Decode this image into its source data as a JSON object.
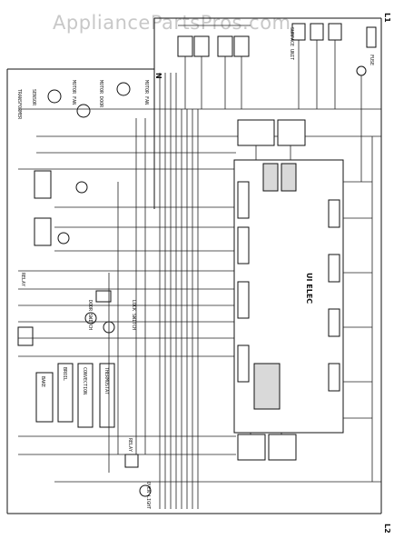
{
  "watermark": "AppliancePartsPros.com",
  "terminals": {
    "l1": "L1",
    "l2": "L2",
    "n": "N"
  },
  "main_board_label": "UI ELEC",
  "labels": {
    "transformer": "TRANSFORMER",
    "motor_fan": "MOTOR FAN",
    "motor_door": "MOTOR DOOR",
    "surface_unit": "SURFACE UNIT",
    "oven_light": "OVEN LIGHT",
    "thermostat": "THERMOSTAT",
    "bake": "BAKE",
    "broil": "BROIL",
    "relay": "RELAY",
    "door_switch": "DOOR SWITCH",
    "lock_switch": "LOCK SWITCH",
    "convection": "CONVECTION",
    "sensor": "SENSOR",
    "fuse": "FUSE"
  }
}
